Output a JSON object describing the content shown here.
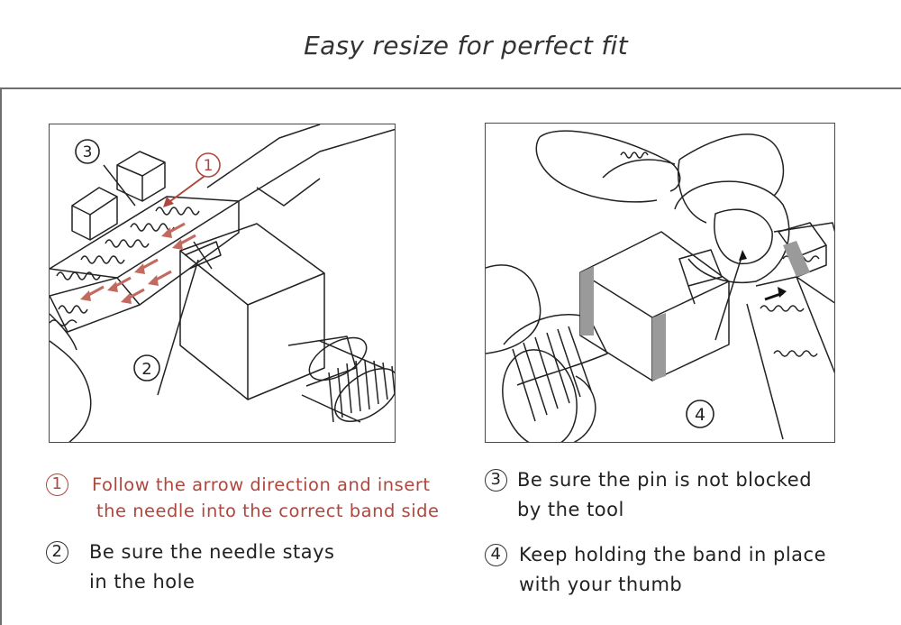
{
  "title": "Easy resize for perfect fit",
  "panels": {
    "left": {
      "markers": [
        "①",
        "②",
        "③"
      ]
    },
    "right": {
      "markers": [
        "④"
      ]
    }
  },
  "steps": [
    {
      "number": "1",
      "line1": "Follow the arrow direction and insert",
      "line2": "the needle into the correct band side",
      "color": "#b0473e"
    },
    {
      "number": "2",
      "line1": "Be sure the needle stays",
      "line2": "in the hole",
      "color": "#222222"
    },
    {
      "number": "3",
      "line1": "Be sure the pin is not blocked",
      "line2": "by the tool",
      "color": "#222222"
    },
    {
      "number": "4",
      "line1": "Keep holding the band in place",
      "line2": "with your thumb",
      "color": "#222222"
    }
  ]
}
